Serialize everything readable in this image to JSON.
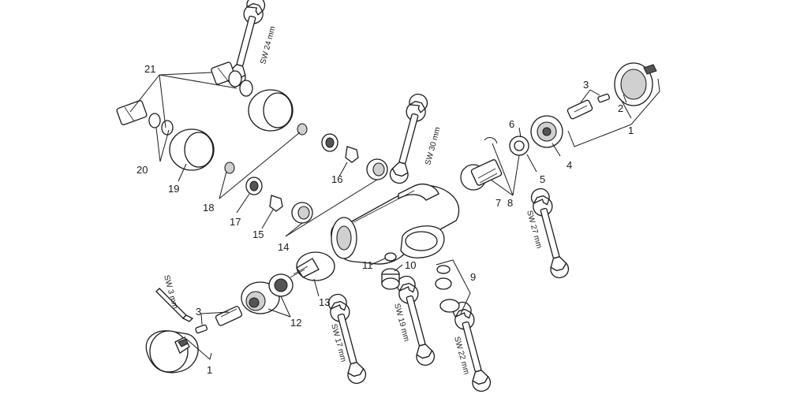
{
  "labels": {
    "l1a": "1",
    "l1b": "1",
    "l2": "2",
    "l3a": "3",
    "l3b": "3",
    "l4": "4",
    "l5": "5",
    "l6": "6",
    "l7": "7",
    "l8": "8",
    "l9": "9",
    "l10": "10",
    "l11": "11",
    "l12": "12",
    "l13": "13",
    "l14": "14",
    "l15": "15",
    "l16": "16",
    "l17": "17",
    "l18": "18",
    "l19": "19",
    "l20": "20",
    "l21": "21"
  },
  "tools": {
    "sw24": "SW 24 mm",
    "sw30": "SW 30 mm",
    "sw27": "SW 27 mm",
    "sw3": "SW 3 mm",
    "sw17": "SW 17 mm",
    "sw19": "SW 19 mm",
    "sw22": "SW 22 mm"
  }
}
